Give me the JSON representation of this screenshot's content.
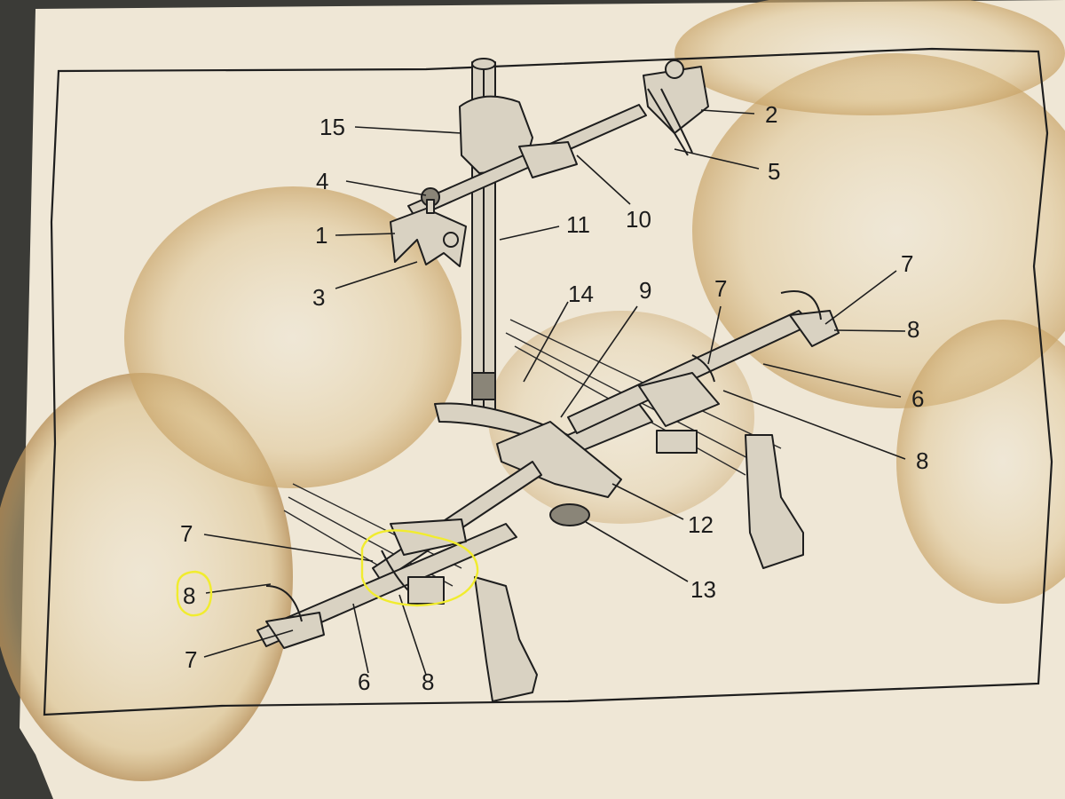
{
  "document": {
    "colors": {
      "paper": "#efe6d4",
      "stain": "#d8c08f",
      "ink": "#1e1e1e",
      "highlight": "#f4ef3a",
      "background": "#3a3a36"
    }
  },
  "callouts": [
    {
      "id": "c15",
      "text": "15"
    },
    {
      "id": "c2",
      "text": "2"
    },
    {
      "id": "c5",
      "text": "5"
    },
    {
      "id": "c4",
      "text": "4"
    },
    {
      "id": "c1",
      "text": "1"
    },
    {
      "id": "c10",
      "text": "10"
    },
    {
      "id": "c11",
      "text": "11"
    },
    {
      "id": "c3",
      "text": "3"
    },
    {
      "id": "c14",
      "text": "14"
    },
    {
      "id": "c9",
      "text": "9"
    },
    {
      "id": "c7a",
      "text": "7"
    },
    {
      "id": "c7b",
      "text": "7"
    },
    {
      "id": "c8a",
      "text": "8"
    },
    {
      "id": "c6a",
      "text": "6"
    },
    {
      "id": "c8b",
      "text": "8"
    },
    {
      "id": "c12",
      "text": "12"
    },
    {
      "id": "c7c",
      "text": "7"
    },
    {
      "id": "c8c",
      "text": "8"
    },
    {
      "id": "c13",
      "text": "13"
    },
    {
      "id": "c7d",
      "text": "7"
    },
    {
      "id": "c6b",
      "text": "6"
    },
    {
      "id": "c8d",
      "text": "8"
    }
  ],
  "annotations": {
    "highlighted_label": "8"
  }
}
